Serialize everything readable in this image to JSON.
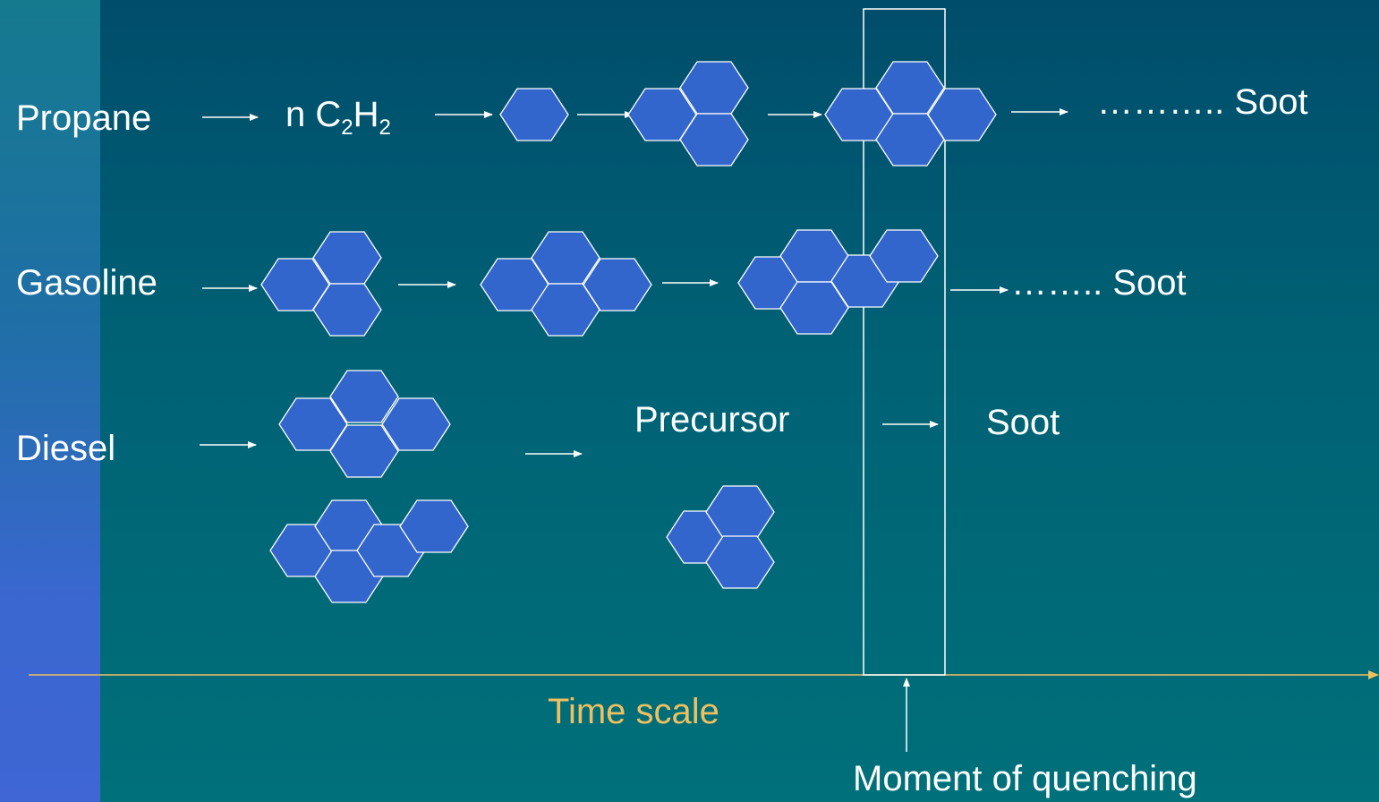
{
  "colors": {
    "hexagon_fill": "#3366cc",
    "line": "#ffffff",
    "axis": "#f0c060"
  },
  "labels": {
    "propane": "Propane",
    "acetylene_prefix": "n C",
    "acetylene_sub1": "2",
    "acetylene_h": "H",
    "acetylene_sub2": "2",
    "soot_propane": "……….. Soot",
    "gasoline": "Gasoline",
    "soot_gasoline": "…….. Soot",
    "diesel": "Diesel",
    "precursor": "Precursor",
    "soot_diesel": "Soot",
    "time_scale": "Time scale",
    "moment_of_quenching": "Moment of quenching"
  }
}
